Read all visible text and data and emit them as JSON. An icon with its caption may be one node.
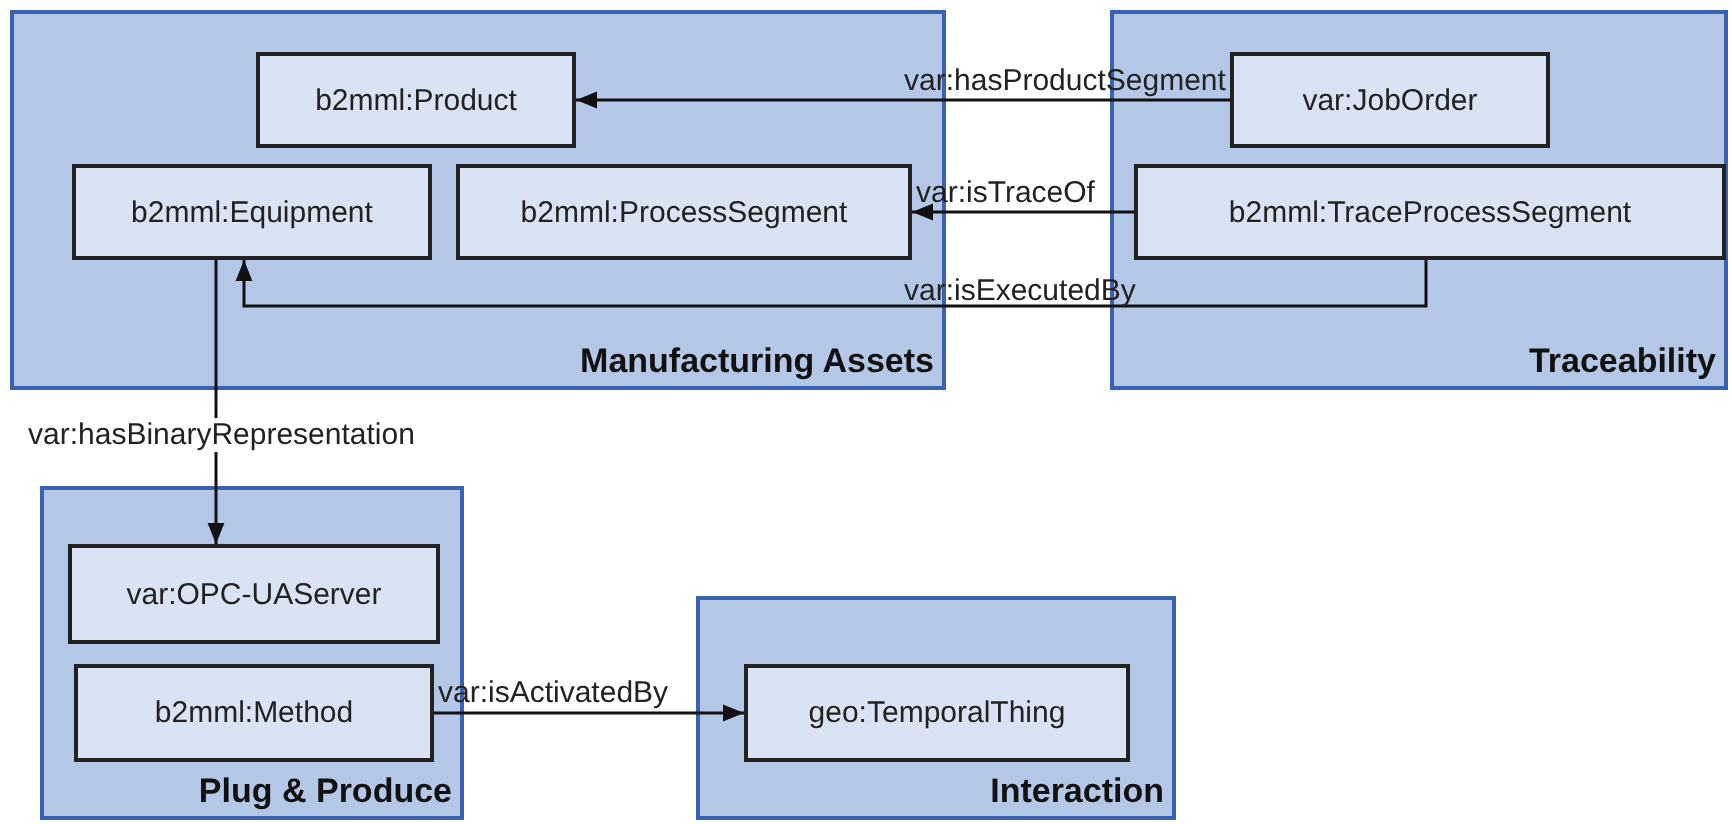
{
  "diagram": {
    "nodes": [
      {
        "text": [
          "Manufacturing Assets"
        ]
      },
      {
        "text": [
          "b2mml:Product"
        ],
        "in": 0
      },
      {
        "text": [
          "b2mml:Equipment"
        ],
        "in": 0
      },
      {
        "text": [
          "b2mml:ProcessSegment"
        ],
        "in": 0
      },
      {
        "text": [
          "Traceability"
        ]
      },
      {
        "text": [
          "var:JobOrder"
        ],
        "in": 4
      },
      {
        "text": [
          "b2mml:TraceProcessSegment"
        ],
        "in": 4
      },
      {
        "text": [
          "Plug & Produce"
        ]
      },
      {
        "text": [
          "var:OPC-UAServer"
        ],
        "in": 7
      },
      {
        "text": [
          "b2mml:Method"
        ],
        "in": 7
      },
      {
        "text": [
          "Interaction"
        ]
      },
      {
        "text": [
          "geo:TemporalThing"
        ],
        "in": 10
      }
    ],
    "edges": [
      {
        "from": 5,
        "to": 1,
        "arrow": "to",
        "label": "var:hasProductSegment"
      },
      {
        "from": 6,
        "to": 3,
        "arrow": "to",
        "label": "var:isTraceOf"
      },
      {
        "from": 6,
        "to": 2,
        "arrow": "to",
        "label": "var:isExecutedBy"
      },
      {
        "from": 2,
        "to": 8,
        "arrow": "to",
        "label": "var:hasBinaryRepresentation"
      },
      {
        "from": 9,
        "to": 11,
        "arrow": "to",
        "label": "var:isActivatedBy"
      }
    ]
  }
}
